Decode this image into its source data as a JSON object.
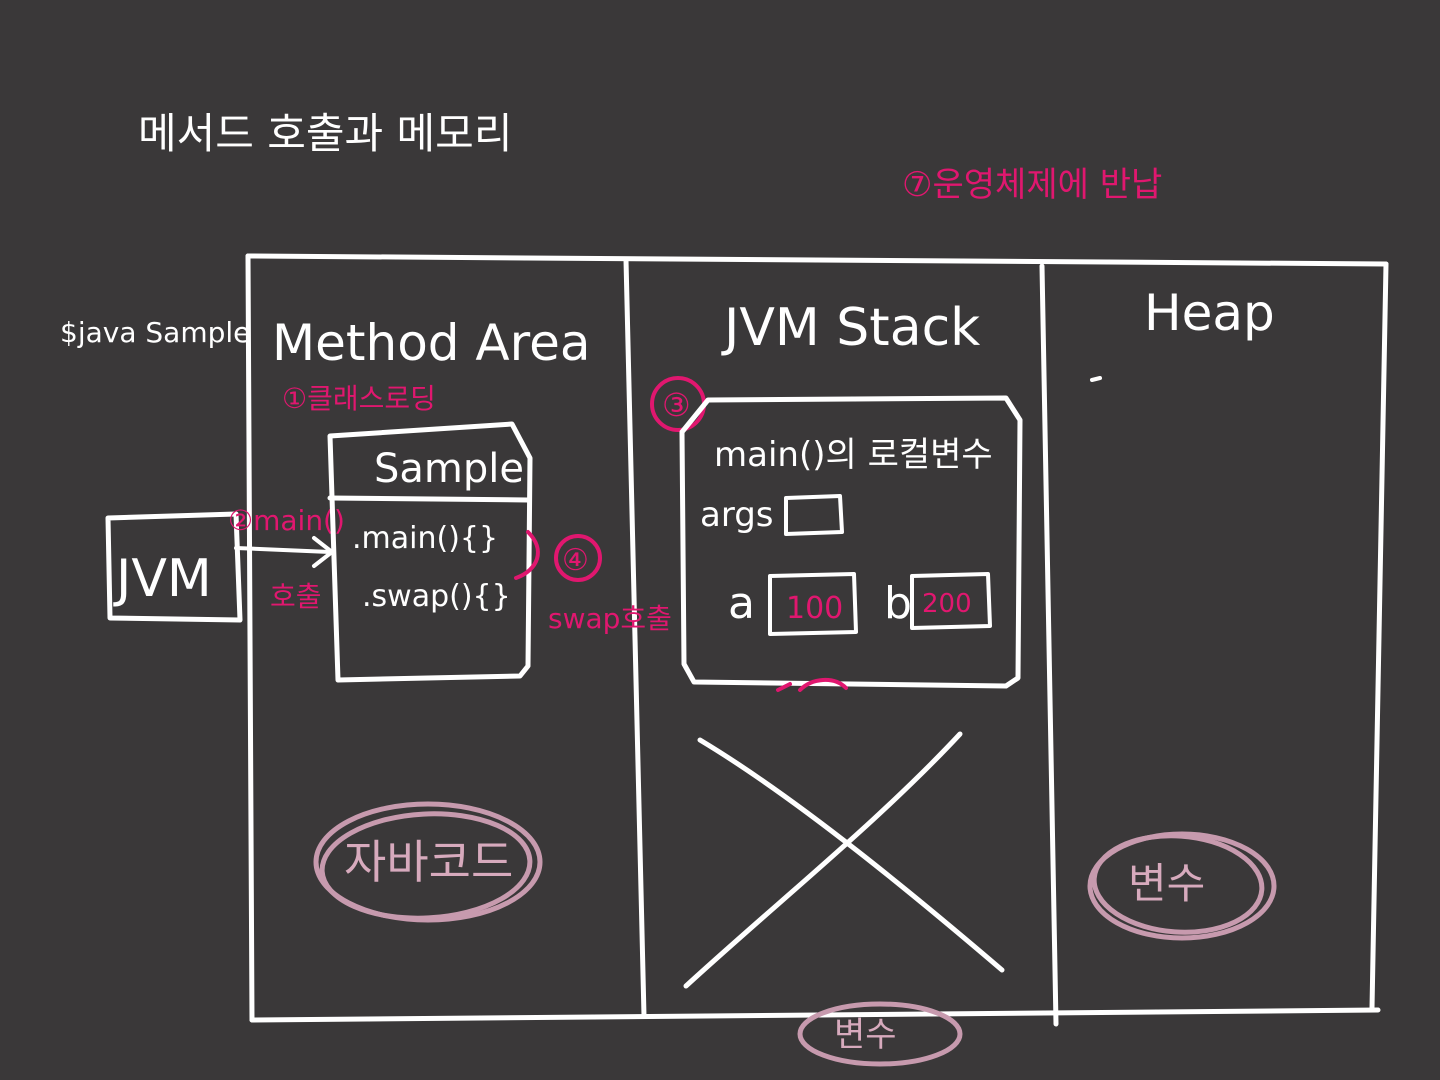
{
  "title": "메서드 호출과 메모리",
  "command": "$java Sample",
  "note_top": "⑦운영체제에 반납",
  "areas": {
    "method_area": "Method Area",
    "jvm_stack": "JVM Stack",
    "heap": "Heap"
  },
  "steps": {
    "class_loading": "①클래스로딩",
    "main_call_top": "②main()",
    "main_call_bottom": "호출",
    "stack_frame_number": "③",
    "swap_call_number": "④",
    "swap_call_label": "swap호출"
  },
  "jvm_box": "JVM",
  "sample_class": {
    "name": "Sample",
    "methods": [
      ".main(){}",
      ".swap(){}"
    ]
  },
  "stack_frame": {
    "title": "main()의 로컬변수",
    "args_label": "args",
    "vars": [
      {
        "name": "a",
        "value": "100"
      },
      {
        "name": "b",
        "value": "200"
      }
    ]
  },
  "circled": {
    "method_area": "자바코드",
    "heap": "변수",
    "stack_bottom": "변수"
  },
  "colors": {
    "background": "#3a3839",
    "chalk": "#ffffff",
    "pink": "#e0176f",
    "mauve": "#c79aae"
  }
}
